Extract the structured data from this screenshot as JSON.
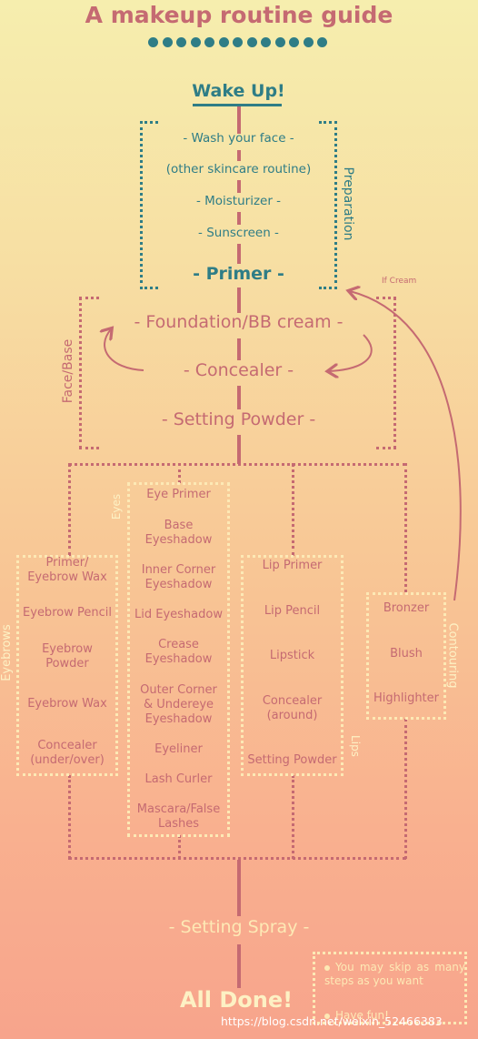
{
  "title": "A makeup routine guide",
  "wake_up": "Wake Up!",
  "preparation": {
    "label": "Preparation",
    "steps": [
      "- Wash your face -",
      "(other skincare routine)",
      "- Moisturizer -",
      "- Sunscreen -"
    ],
    "primer": "- Primer -"
  },
  "face_base": {
    "label": "Face/Base",
    "steps": [
      "- Foundation/BB cream -",
      "- Concealer -",
      "- Setting Powder -"
    ]
  },
  "if_cream": "If Cream",
  "eyebrows": {
    "label": "Eyebrows",
    "steps": [
      "Primer/\nEyebrow Wax",
      "Eyebrow Pencil",
      "Eyebrow\nPowder",
      "Eyebrow Wax",
      "Concealer\n(under/over)"
    ]
  },
  "eyes": {
    "label": "Eyes",
    "steps": [
      "Eye Primer",
      "Base\nEyeshadow",
      "Inner Corner\nEyeshadow",
      "Lid Eyeshadow",
      "Crease\nEyeshadow",
      "Outer Corner\n& Undereye\nEyeshadow",
      "Eyeliner",
      "Lash Curler",
      "Mascara/False\nLashes"
    ]
  },
  "lips": {
    "label": "Lips",
    "steps": [
      "Lip Primer",
      "Lip Pencil",
      "Lipstick",
      "Concealer\n(around)",
      "Setting Powder"
    ]
  },
  "contouring": {
    "label": "Contouring",
    "steps": [
      "Bronzer",
      "Blush",
      "Highlighter"
    ]
  },
  "setting_spray": "- Setting Spray -",
  "all_done": "All Done!",
  "notes": [
    "You may skip as many steps as you want",
    "Have fun!"
  ],
  "watermark": "https://blog.csdn.net/weixin_52466383",
  "colors": {
    "teal": "#2f7d86",
    "rose": "#c56a72",
    "cream": "#fde9b5",
    "bg_top": "#f6eeae",
    "bg_bottom": "#f7a48c"
  }
}
